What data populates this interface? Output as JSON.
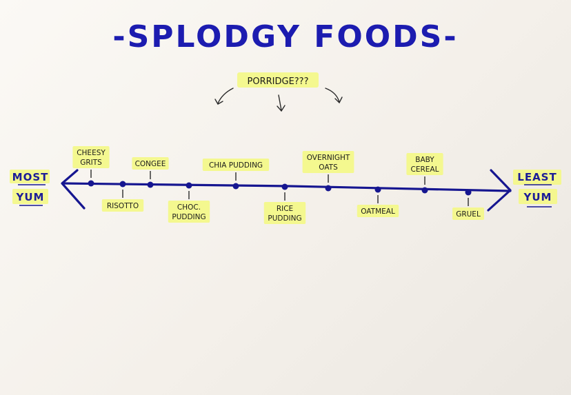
{
  "title": "-SPLODGY FOODS-",
  "porridge_label": "PORRIDGE???",
  "left_end": {
    "line1": "MOST",
    "line2": "YUM"
  },
  "right_end": {
    "line1": "LEAST",
    "line2": "YUM"
  },
  "foods": [
    {
      "lines": [
        "CHEESY",
        "GRITS"
      ],
      "position": "above"
    },
    {
      "lines": [
        "RISOTTO"
      ],
      "position": "below"
    },
    {
      "lines": [
        "CONGEE"
      ],
      "position": "above"
    },
    {
      "lines": [
        "CHOC.",
        "PUDDING"
      ],
      "position": "below"
    },
    {
      "lines": [
        "CHIA PUDDING"
      ],
      "position": "above"
    },
    {
      "lines": [
        "RICE",
        "PUDDING"
      ],
      "position": "below"
    },
    {
      "lines": [
        "OVERNIGHT",
        "OATS"
      ],
      "position": "above"
    },
    {
      "lines": [
        "OATMEAL"
      ],
      "position": "below"
    },
    {
      "lines": [
        "BABY",
        "CEREAL"
      ],
      "position": "above"
    },
    {
      "lines": [
        "GRUEL"
      ],
      "position": "below"
    }
  ],
  "colors": {
    "ink_blue": "#161690",
    "highlighter": "#f3f88a",
    "paper": "#f6f3ee"
  }
}
